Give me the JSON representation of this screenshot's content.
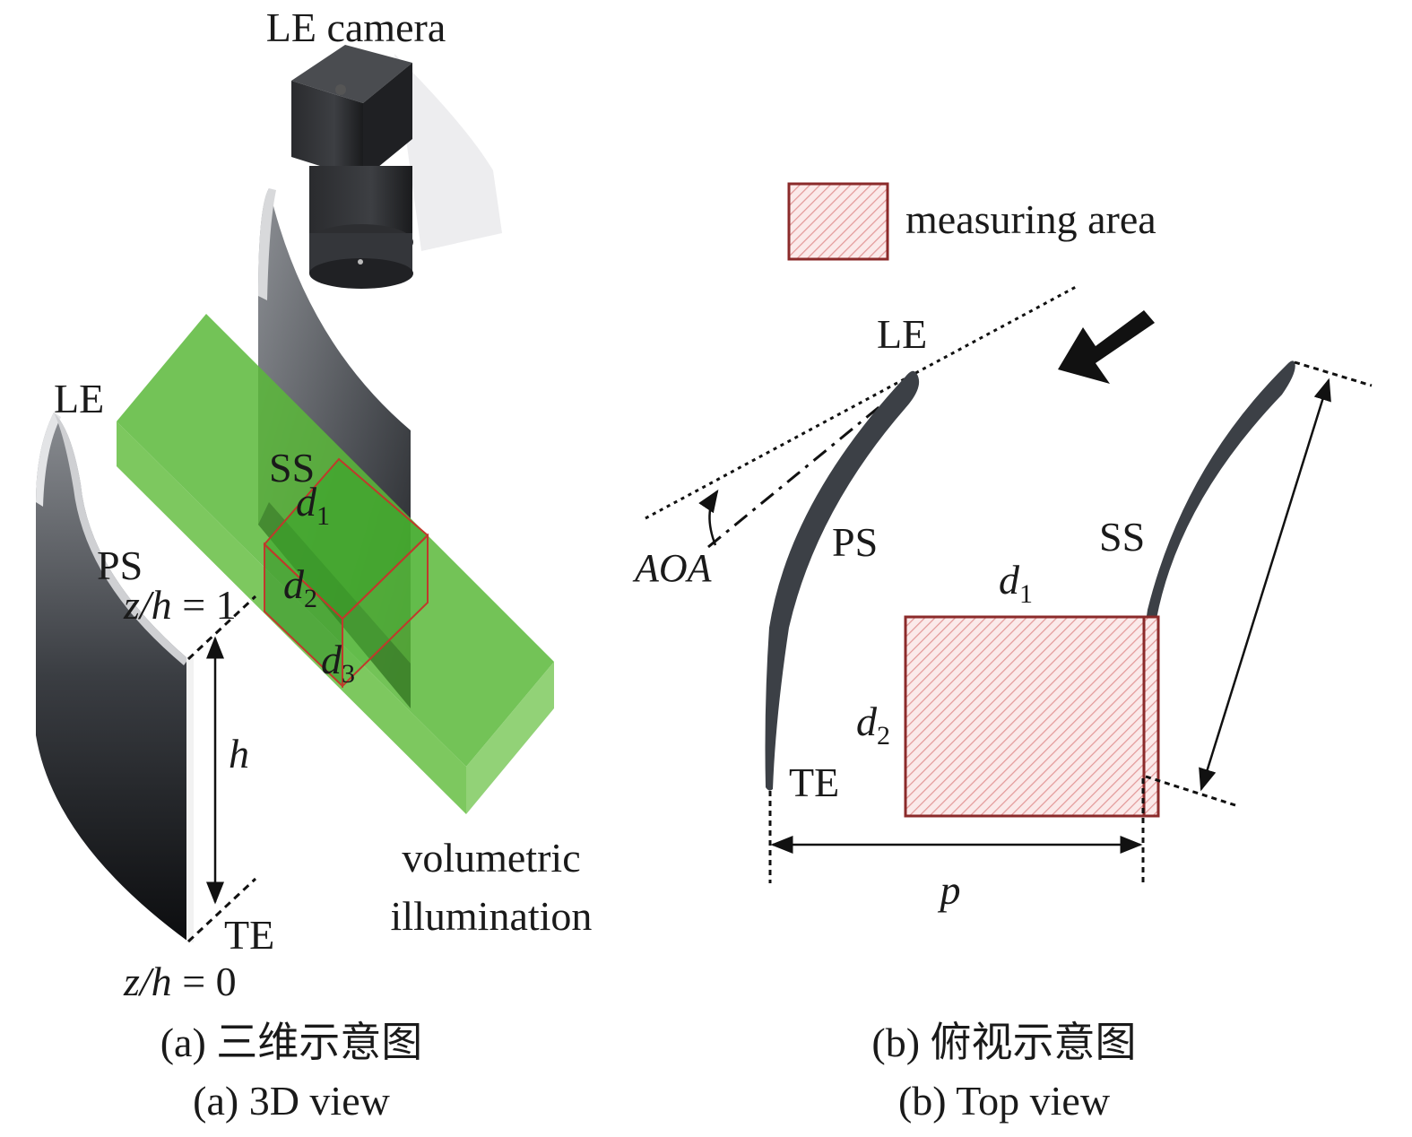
{
  "panel_a": {
    "camera_label": "LE camera",
    "le_label": "LE",
    "ss_label": "SS",
    "ps_label": "PS",
    "te_label": "TE",
    "d1": {
      "base": "d",
      "sub": "1"
    },
    "d2": {
      "base": "d",
      "sub": "2"
    },
    "d3": {
      "base": "d",
      "sub": "3"
    },
    "zh_top": {
      "prefix": "z/h",
      "rest": " = 1"
    },
    "zh_bottom": {
      "prefix": "z/h",
      "rest": " = 0"
    },
    "h_label": "h",
    "illum_line1": "volumetric",
    "illum_line2": "illumination",
    "caption_cn": "(a) 三维示意图",
    "caption_en": "(a) 3D view"
  },
  "panel_b": {
    "legend_label": "measuring area",
    "le_label": "LE",
    "ps_label": "PS",
    "ss_label": "SS",
    "te_label": "TE",
    "aoa_label": "AOA",
    "d1": {
      "base": "d",
      "sub": "1"
    },
    "d2": {
      "base": "d",
      "sub": "2"
    },
    "p_label": "p",
    "caption_cn": "(b) 俯视示意图",
    "caption_en": "(b) Top view"
  },
  "colors": {
    "illumination_green": "#4cb82e",
    "measuring_border": "#8b2a2a",
    "measuring_hatch": "#e8a0a0",
    "blade_dark": "#3c4046"
  }
}
